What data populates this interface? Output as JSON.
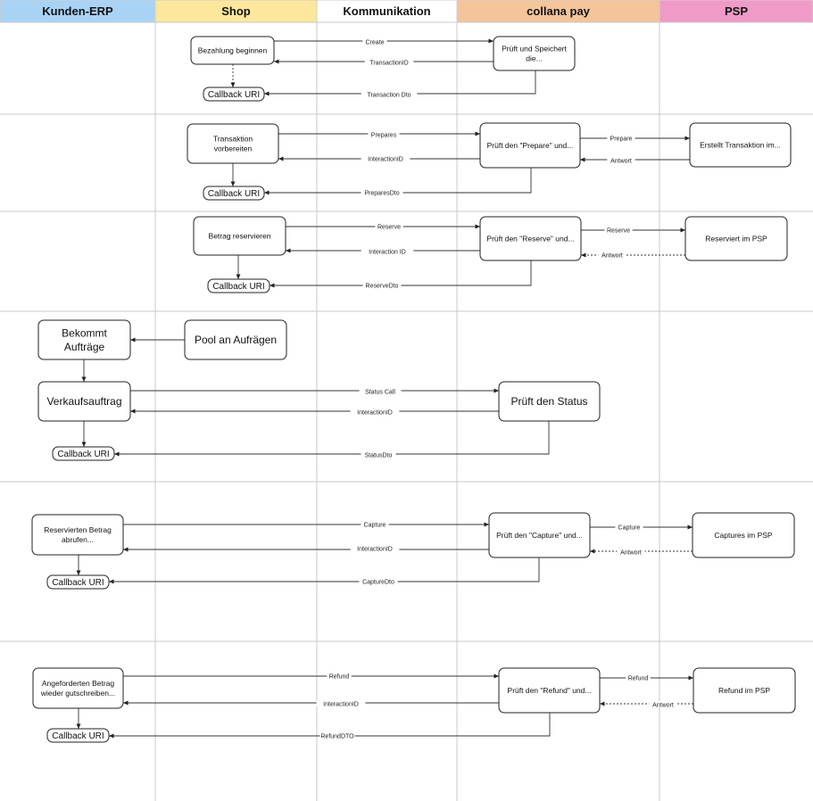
{
  "lanes": [
    {
      "label": "Kunden-ERP",
      "color": "#a9d3f5"
    },
    {
      "label": "Shop",
      "color": "#fde79c"
    },
    {
      "label": "Kommunikation",
      "color": "#ffffff"
    },
    {
      "label": "collana pay",
      "color": "#f4c49b"
    },
    {
      "label": "PSP",
      "color": "#f09ac8"
    }
  ],
  "nodes": [
    {
      "id": "bezahlung",
      "lines": [
        "Bezahlung beginnen"
      ]
    },
    {
      "id": "prueft-speichert",
      "lines": [
        "Prüft und Speichert",
        "die..."
      ]
    },
    {
      "id": "callback-1",
      "lines": [
        "Callback URI"
      ]
    },
    {
      "id": "transaktion-vorbereiten",
      "lines": [
        "Transaktion",
        "vorbereiten"
      ]
    },
    {
      "id": "prueft-prepare",
      "lines": [
        "Prüft den \"Prepare\" und..."
      ]
    },
    {
      "id": "erstellt-transaktion",
      "lines": [
        "Erstellt Transaktion im..."
      ]
    },
    {
      "id": "callback-2",
      "lines": [
        "Callback URI"
      ]
    },
    {
      "id": "betrag-reservieren",
      "lines": [
        "Betrag reservieren"
      ]
    },
    {
      "id": "prueft-reserve",
      "lines": [
        "Prüft den \"Reserve\" und..."
      ]
    },
    {
      "id": "reserviert-psp",
      "lines": [
        "Reserviert im PSP"
      ]
    },
    {
      "id": "callback-3",
      "lines": [
        "Callback URI"
      ]
    },
    {
      "id": "bekommt-auftraege",
      "lines": [
        "Bekommt",
        "Aufträge"
      ]
    },
    {
      "id": "pool-anfragen",
      "lines": [
        "Pool an Aufrägen"
      ]
    },
    {
      "id": "verkaufsauftrag",
      "lines": [
        "Verkaufsauftrag"
      ]
    },
    {
      "id": "prueft-status",
      "lines": [
        "Prüft den Status"
      ]
    },
    {
      "id": "callback-4",
      "lines": [
        "Callback URI"
      ]
    },
    {
      "id": "reservierten-betrag",
      "lines": [
        "Reservierten Betrag",
        "abrufen..."
      ]
    },
    {
      "id": "prueft-capture",
      "lines": [
        "Prüft den \"Capture\" und..."
      ]
    },
    {
      "id": "captures-psp",
      "lines": [
        "Captures im PSP"
      ]
    },
    {
      "id": "callback-5",
      "lines": [
        "Callback URI"
      ]
    },
    {
      "id": "angeforderten-betrag",
      "lines": [
        "Angeforderten Betrag",
        "wieder gutschreiben..."
      ]
    },
    {
      "id": "prueft-refund",
      "lines": [
        "Prüft den \"Refund\" und..."
      ]
    },
    {
      "id": "refund-psp",
      "lines": [
        "Refund im PSP"
      ]
    },
    {
      "id": "callback-6",
      "lines": [
        "Callback URI"
      ]
    }
  ],
  "edges": [
    {
      "label": "Create"
    },
    {
      "label": "TransactionID"
    },
    {
      "label": "Transaction Dto"
    },
    {
      "label": ""
    },
    {
      "label": "Prepares"
    },
    {
      "label": "InteractionID"
    },
    {
      "label": "Prepare"
    },
    {
      "label": "Antwort"
    },
    {
      "label": "PreparesDto"
    },
    {
      "label": ""
    },
    {
      "label": "Reserve"
    },
    {
      "label": "Interaction ID"
    },
    {
      "label": "Reserve"
    },
    {
      "label": "Antwort"
    },
    {
      "label": "ReserveDto"
    },
    {
      "label": ""
    },
    {
      "label": ""
    },
    {
      "label": ""
    },
    {
      "label": "Status Call"
    },
    {
      "label": "InteractionID"
    },
    {
      "label": ""
    },
    {
      "label": "StatusDto"
    },
    {
      "label": "Capture"
    },
    {
      "label": "InteractionID"
    },
    {
      "label": "Capture"
    },
    {
      "label": "Antwort"
    },
    {
      "label": "CaptureDto"
    },
    {
      "label": ""
    },
    {
      "label": "Refund"
    },
    {
      "label": "InteractionID"
    },
    {
      "label": "Refund"
    },
    {
      "label": "Antwort"
    },
    {
      "label": "RefundDTO"
    },
    {
      "label": ""
    }
  ]
}
